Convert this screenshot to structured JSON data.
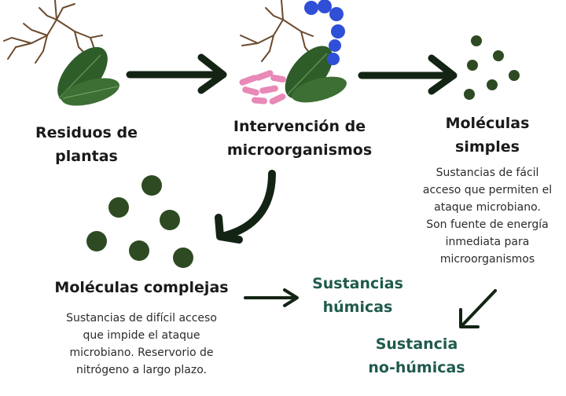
{
  "nodes": {
    "residuos": {
      "line1": "Residuos de",
      "line2": "plantas"
    },
    "intervencion": {
      "line1": "Intervención de",
      "line2": "microorganismos"
    },
    "simples": {
      "line1": "Moléculas",
      "line2": "simples",
      "desc": [
        "Sustancias de fácil",
        "acceso que permiten el",
        "ataque microbiano.",
        "Son fuente de energía",
        "inmediata para",
        "microorganismos"
      ]
    },
    "complejas": {
      "title": "Moléculas complejas",
      "desc": [
        "Sustancias de difícil acceso",
        "que impide el ataque",
        "microbiano. Reservorio de",
        "nitrógeno a largo plazo."
      ]
    },
    "humicas": {
      "line1": "Sustancias",
      "line2": "húmicas"
    },
    "nohumicas": {
      "line1": "Sustancia",
      "line2": "no-húmicas"
    }
  },
  "colors": {
    "dot": "#2e4a22",
    "arrow": "#142414",
    "leaf": "#2f5d2a",
    "root": "#6b4a2e",
    "bacteria_pink": "#e889b8",
    "bacteria_blue": "#2f4fd6",
    "teal_text": "#1f5a4c"
  }
}
